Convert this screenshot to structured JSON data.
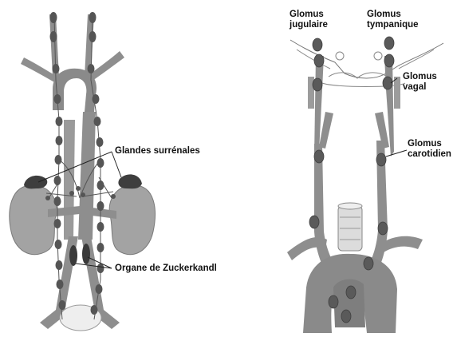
{
  "labels": {
    "adrenal": "Glandes surrénales",
    "zuckerkandl": "Organe de Zuckerkandl",
    "jugular_line1": "Glomus",
    "jugular_line2": "jugulaire",
    "tympanic_line1": "Glomus",
    "tympanic_line2": "tympanique",
    "vagal_line1": "Glomus",
    "vagal_line2": "vagal",
    "carotid_line1": "Glomus",
    "carotid_line2": "carotidien"
  },
  "colors": {
    "vessel": "#8e8e8e",
    "vessel_edge": "#6a6a6a",
    "node": "#555555",
    "kidney": "#9a9a9a",
    "adrenal": "#3f3f3f",
    "line": "#222222"
  }
}
